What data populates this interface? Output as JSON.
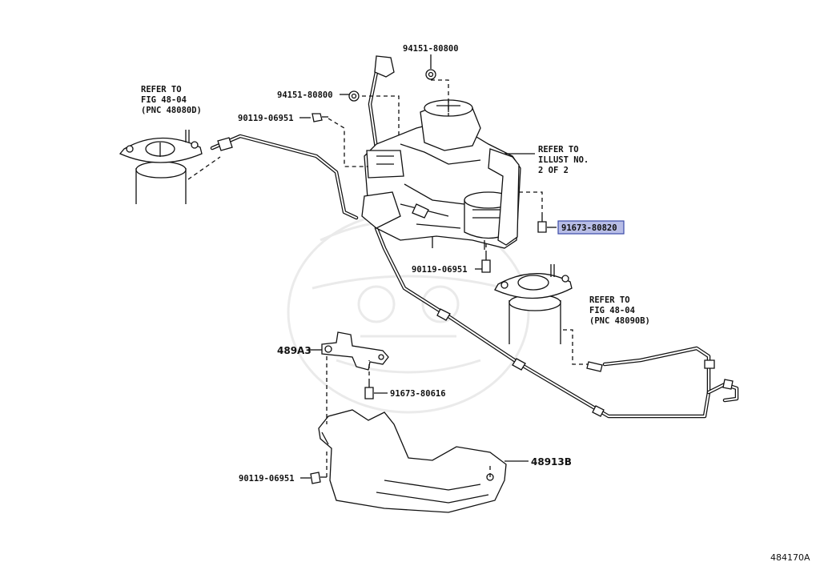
{
  "diagram_id": "484170A",
  "callouts": {
    "bolt_top_right": "94151-80800",
    "bolt_top_left": "94151-80800",
    "bolt_left": "90119-06951",
    "bolt_center": "90119-06951",
    "bolt_bottom": "90119-06951",
    "highlighted": "91673-80820",
    "bracket_bolt": "91673-80616",
    "bracket": "489A3",
    "cover": "48913B"
  },
  "refs": {
    "left_mount": [
      "REFER TO",
      "FIG 48-04",
      "(PNC 48080D)"
    ],
    "right_mount": [
      "REFER TO",
      "FIG 48-04",
      "(PNC 48090B)"
    ],
    "illust": [
      "REFER TO",
      "ILLUST NO.",
      "2 OF 2"
    ]
  }
}
